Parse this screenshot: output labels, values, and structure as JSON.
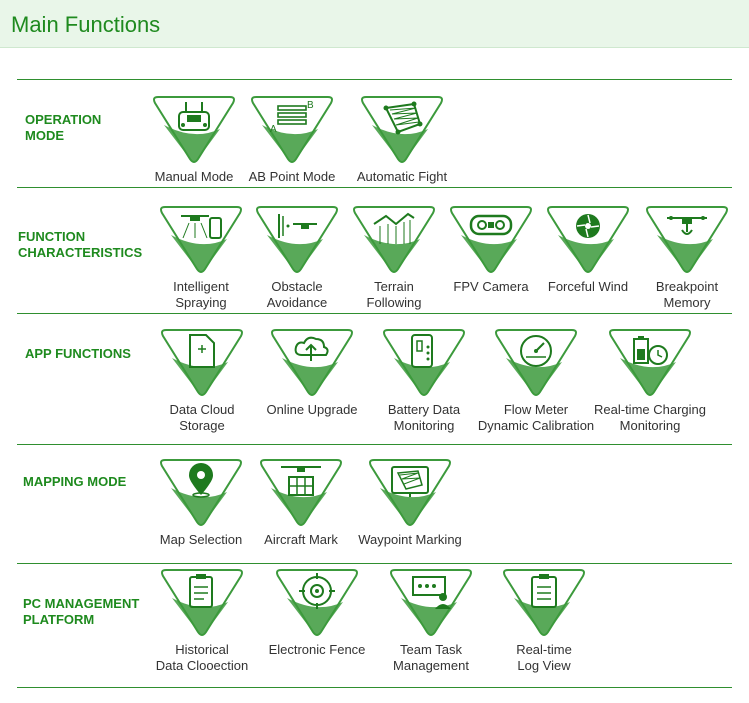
{
  "header": {
    "title": "Main Functions"
  },
  "sections": [
    {
      "label": "OPERATION\nMODE",
      "items": [
        "Manual Mode",
        "AB Point Mode",
        "Automatic Fight"
      ]
    },
    {
      "label": "FUNCTION\nCHARACTERISTICS",
      "items": [
        "Intelligent\nSpraying",
        "Obstacle\nAvoidance",
        "Terrain\nFollowing",
        "FPV Camera",
        "Forceful Wind",
        "Breakpoint\nMemory"
      ]
    },
    {
      "label": "APP FUNCTIONS",
      "items": [
        "Data Cloud\nStorage",
        "Online Upgrade",
        "Battery Data\nMonitoring",
        "Flow Meter\nDynamic Calibration",
        "Real-time Charging\nMonitoring"
      ]
    },
    {
      "label": "MAPPING MODE",
      "items": [
        "Map Selection",
        "Aircraft Mark",
        "Waypoint Marking"
      ]
    },
    {
      "label": "PC MANAGEMENT\nPLATFORM",
      "items": [
        "Historical\nData Clooection",
        "Electronic Fence",
        "Team Task\nManagement",
        "Real-time\nLog View"
      ]
    }
  ],
  "ab_icon": {
    "a": "A",
    "b": "B"
  },
  "icons": {
    "s0": [
      "remote-controller-icon",
      "ab-point-icon",
      "auto-route-icon"
    ],
    "s1": [
      "spraying-drone-icon",
      "obstacle-radar-icon",
      "terrain-follow-icon",
      "fpv-camera-icon",
      "fan-wind-icon",
      "breakpoint-drone-icon"
    ],
    "s2": [
      "cloud-document-icon",
      "cloud-upload-icon",
      "phone-battery-icon",
      "gauge-icon",
      "battery-clock-icon"
    ],
    "s3": [
      "map-pin-icon",
      "drone-grid-icon",
      "waypoint-screen-icon"
    ],
    "s4": [
      "clipboard-icon",
      "target-fence-icon",
      "team-screen-icon",
      "log-clipboard-icon"
    ]
  },
  "colors": {
    "brand_green": "#1e8a1e",
    "badge_green": "#3c9a3c",
    "header_bg": "#e9f6e9"
  }
}
